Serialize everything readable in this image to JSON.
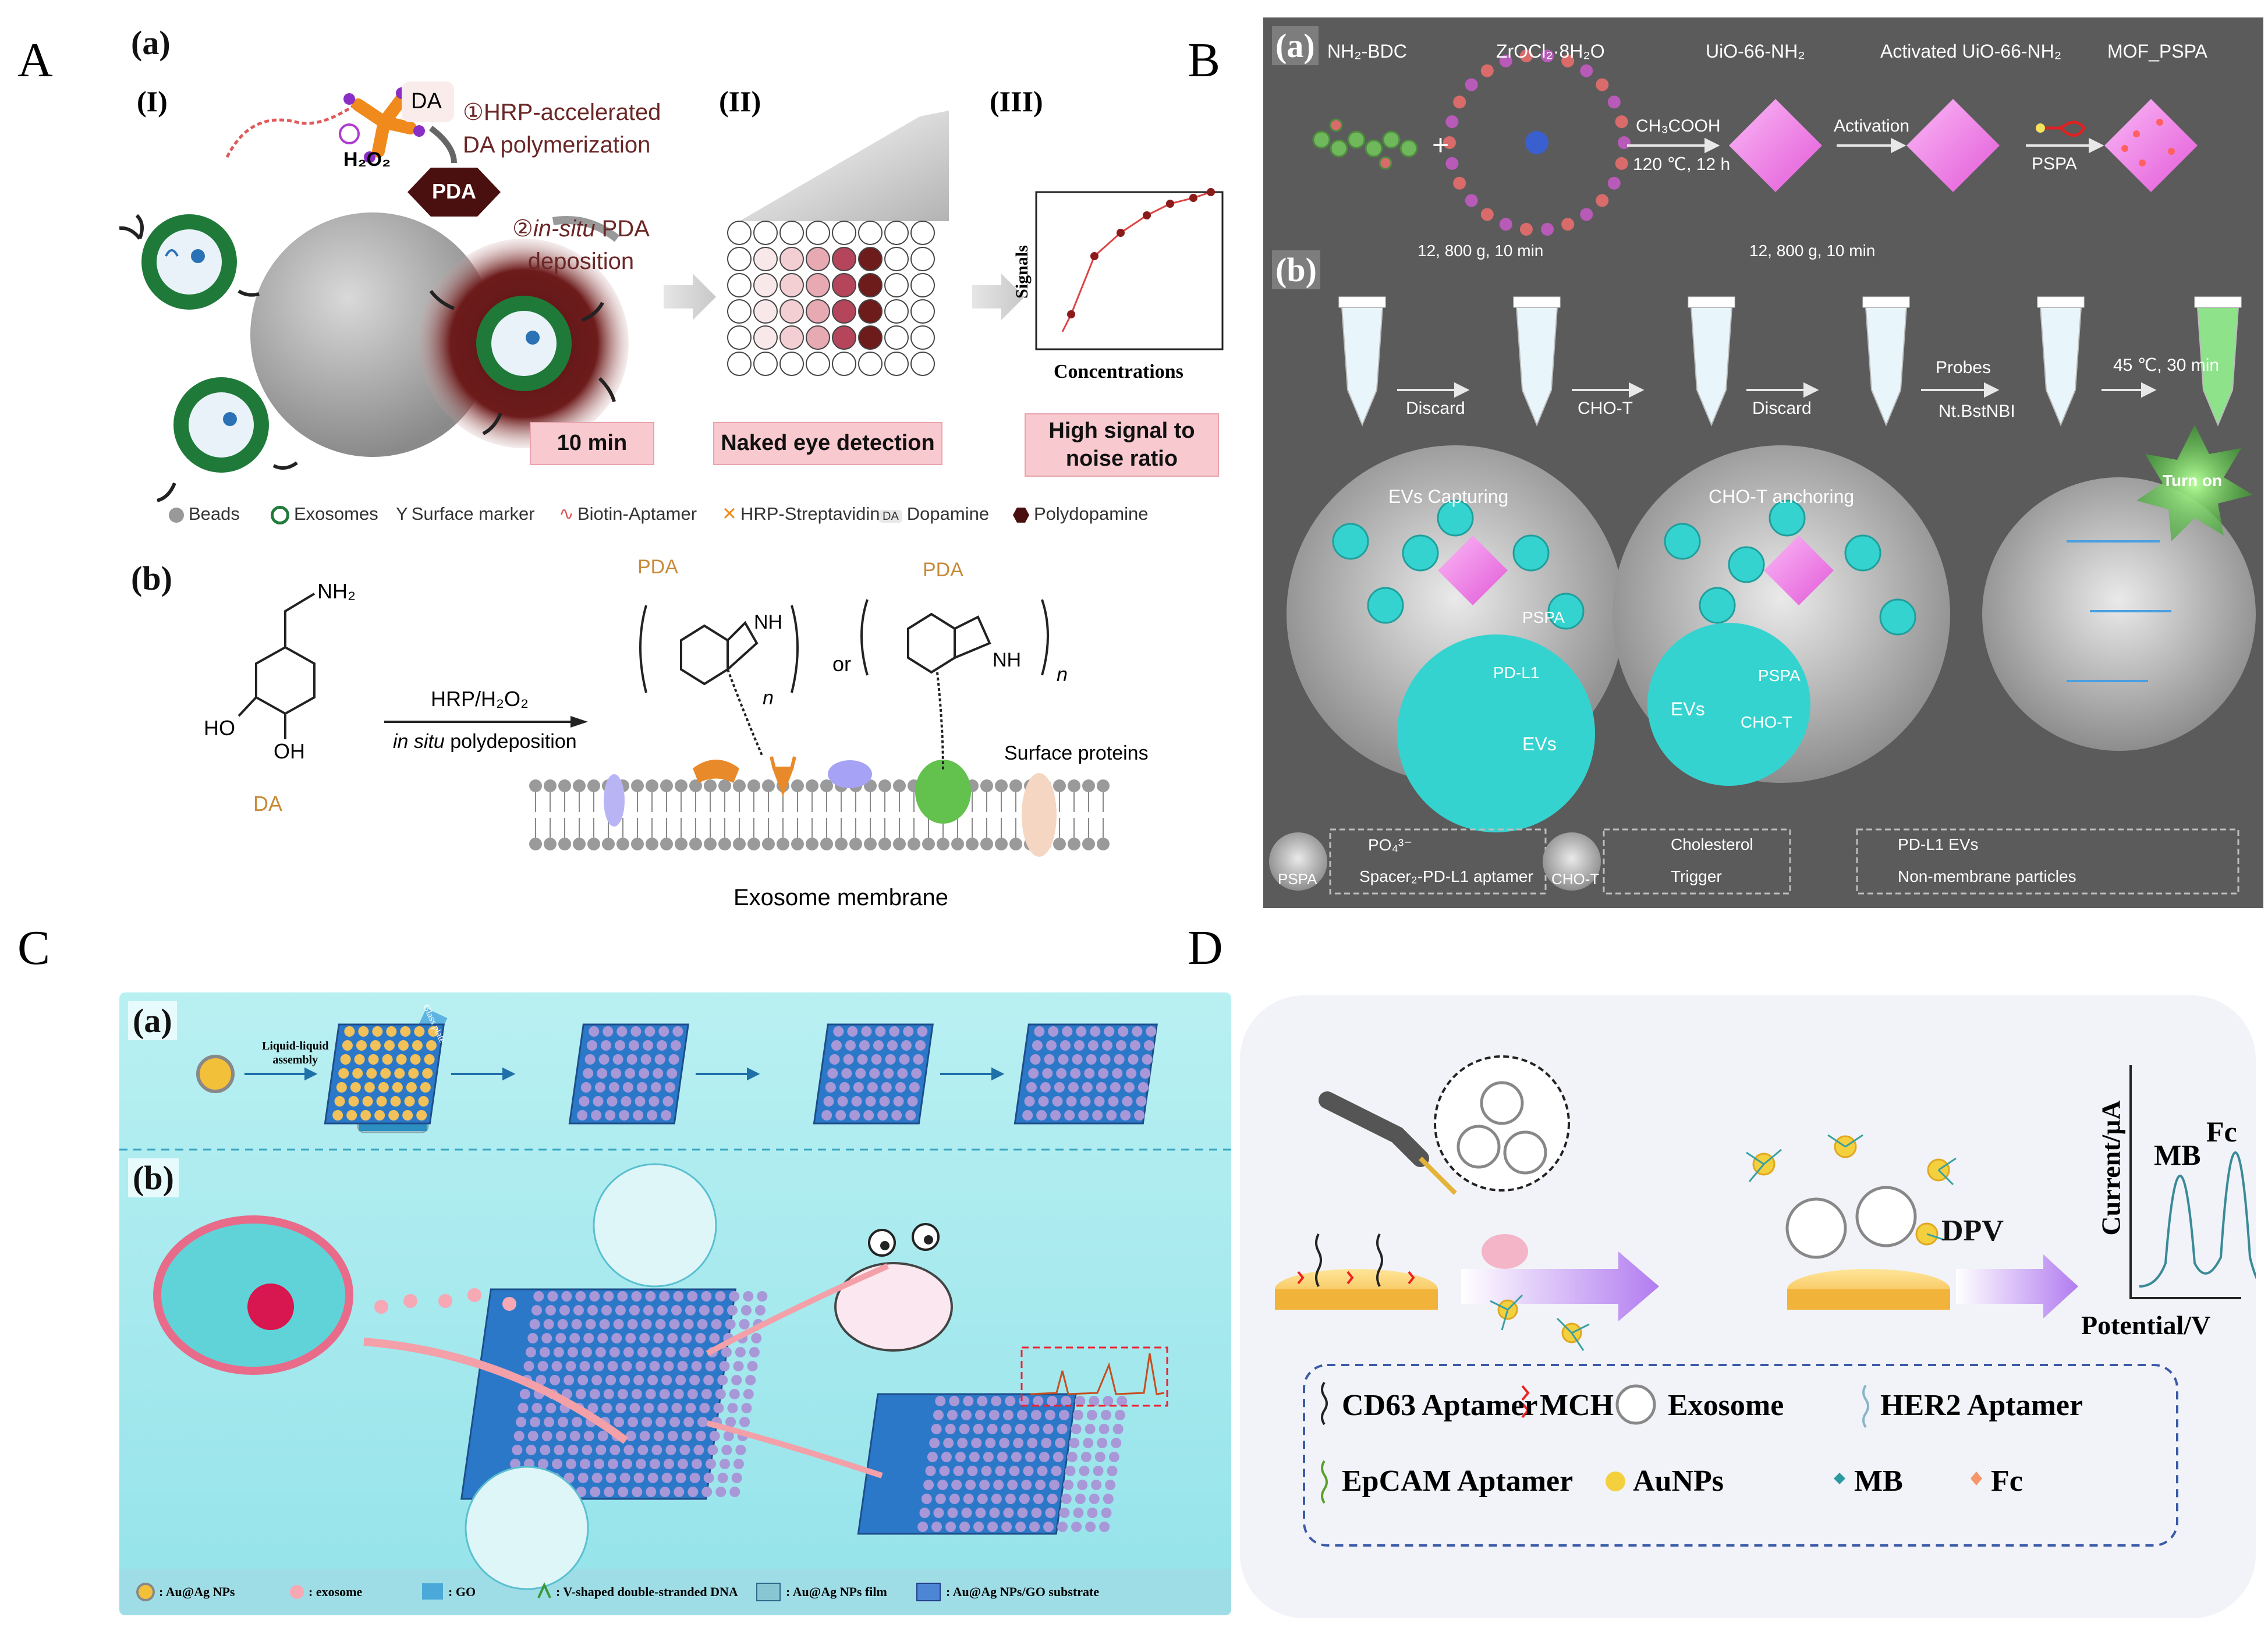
{
  "panels": {
    "A": {
      "letter": "A",
      "a_label": "(a)",
      "stage_I": "(I)",
      "stage_II": "(II)",
      "stage_III": "(III)",
      "da_chip": "DA",
      "h2o2": "H₂O₂",
      "pda_chip": "PDA",
      "step1_num": "①",
      "step1_line1": "HRP-accelerated",
      "step1_line2": "DA polymerization",
      "step2_num": "②",
      "step2_line1_italic": "in-situ",
      "step2_line1_rest": " PDA",
      "step2_line2": "deposition",
      "plot_ylabel": "Signals",
      "plot_xlabel": "Concentrations",
      "box_10min": "10 min",
      "box_naked": "Naked eye detection",
      "box_snr_line1": "High signal to",
      "box_snr_line2": "noise ratio",
      "legend": [
        "Beads",
        "Exosomes",
        "Surface marker",
        "Biotin-Aptamer",
        "HRP-Streptavidin",
        "Dopamine",
        "Polydopamine"
      ],
      "b_label": "(b)",
      "nh2": "NH₂",
      "reagent": "HRP/H₂O₂",
      "insitu_italic": "in situ",
      "insitu_rest": " polydeposition",
      "oh1": "HO",
      "oh2": "OH",
      "da_name": "DA",
      "pda_label_1": "PDA",
      "pda_label_2": "PDA",
      "or": "or",
      "nh": "NH",
      "n_sub": "n",
      "surface_proteins": "Surface proteins",
      "exosome_membrane": "Exosome membrane"
    },
    "B": {
      "letter": "B",
      "a_label": "(a)",
      "b_label": "(b)",
      "top_labels": [
        "NH₂-BDC",
        "ZrOCl₂·8H₂O",
        "UiO-66-NH₂",
        "Activated UiO-66-NH₂",
        "MOF_PSPA"
      ],
      "plus": "+",
      "cond1": "CH₃COOH",
      "cond2": "120 ℃, 12 h",
      "activation": "Activation",
      "pspa": "PSPA",
      "spin1": "12, 800 g, 10 min",
      "spin2": "12, 800 g, 10 min",
      "discard1": "Discard",
      "chot": "CHO-T",
      "discard2": "Discard",
      "probes": "Probes",
      "nt": "Nt.BstNBI",
      "incubate": "45 ℃, 30 min",
      "turn_on": "Turn on",
      "ev_capturing": "EVs Capturing",
      "cho_anchoring": "CHO-T anchoring",
      "inner_pspa_1": "PSPA",
      "inner_pdl1": "PD-L1",
      "inner_evs_1": "EVs",
      "inner_evs_2": "EVs",
      "inner_pspa_2": "PSPA",
      "inner_chot": "CHO-T",
      "legend": {
        "pspa": "PSPA",
        "po4": "PO₄³⁻",
        "spacer": "Spacer₂-PD-L1 aptamer",
        "chot": "CHO-T",
        "cholesterol": "Cholesterol",
        "trigger": "Trigger",
        "pdl1_evs": "PD-L1 EVs",
        "nonmem": "Non-membrane particles"
      }
    },
    "C": {
      "letter": "C",
      "a_label": "(a)",
      "b_label": "(b)",
      "lla_line1": "Liquid-liquid",
      "lla_line2": "assembly",
      "glass_plate": "Glass plate",
      "legend": [
        ": Au@Ag NPs",
        ": exosome",
        ": GO",
        ": V-shaped double-stranded DNA",
        ": Au@Ag NPs film",
        ": Au@Ag NPs/GO substrate"
      ]
    },
    "D": {
      "letter": "D",
      "dpv": "DPV",
      "mb_peak": "MB",
      "fc_peak": "Fc",
      "ylabel": "Current/μA",
      "xlabel": "Potential/V",
      "legend": [
        "CD63 Aptamer",
        "MCH",
        "Exosome",
        "HER2 Aptamer",
        "EpCAM Aptamer",
        "AuNPs",
        "MB",
        "Fc"
      ]
    }
  },
  "colors": {
    "panelB_bg": "#5b5b5b",
    "panelC_bg": "#a8e9ee",
    "panelD_bg": "#f1f3f8",
    "exosome_green": "#1f7a3a",
    "pda_brown": "#5a1414",
    "pink_box": "#f8c9cf",
    "mof_pink": "#f07ae8",
    "ev_cyan": "#35d3cf",
    "dpv_purple": "#b27cf0",
    "gold": "#f4c430"
  }
}
